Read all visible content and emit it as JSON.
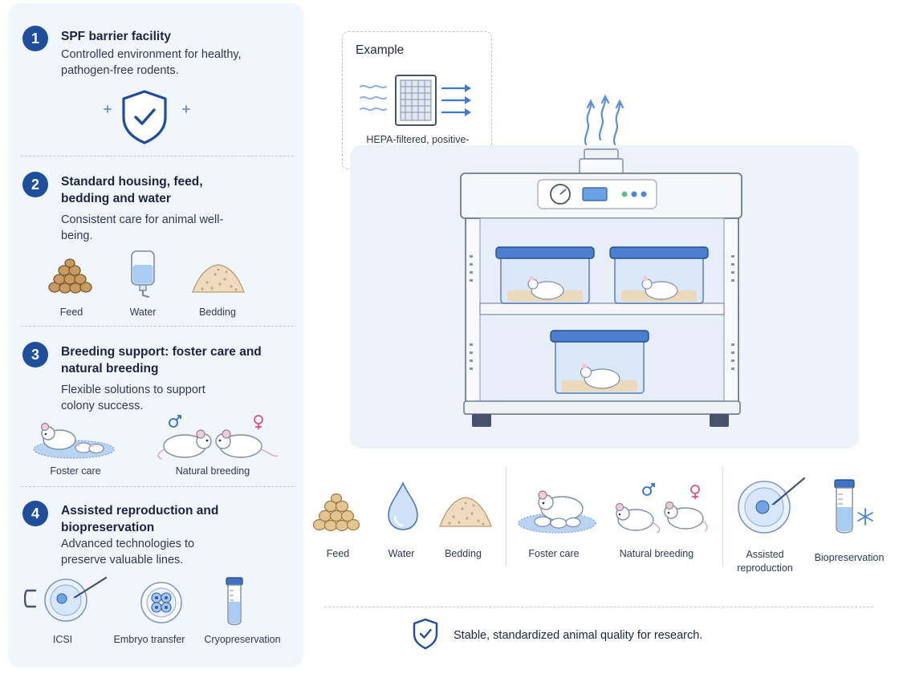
{
  "sections": [
    {
      "number": "1",
      "title": "SPF barrier facility",
      "description": "Controlled environment for healthy, pathogen-free rodents."
    },
    {
      "number": "2",
      "title": "Standard housing, feed, bedding and water",
      "description": "Consistent care for animal well-being.",
      "items": [
        "Feed",
        "Water",
        "Bedding"
      ]
    },
    {
      "number": "3",
      "title": "Breeding support: foster care and natural breeding",
      "description": "Flexible solutions to support colony success.",
      "items": [
        "Foster care",
        "Natural breeding"
      ]
    },
    {
      "number": "4",
      "title": "Assisted reproduction and biopreservation",
      "description": "Advanced technologies to preserve valuable lines.",
      "items": [
        "ICSI",
        "Embryo transfer",
        "Cryopreservation"
      ]
    }
  ],
  "example": {
    "title": "Example",
    "caption": "HEPA-filtered, positive-pressure airflow."
  },
  "bottom_row": [
    "Feed",
    "Water",
    "Bedding",
    "Foster care",
    "Natural breeding",
    "Assisted reproduction",
    "Biopreservation"
  ],
  "footer": {
    "text": "Stable, standardized animal quality for research."
  },
  "icons": {
    "sec1": "shield-check-icon",
    "sec2": [
      "feed-pellets-icon",
      "water-bottle-icon",
      "bedding-pile-icon"
    ],
    "sec3": [
      "foster-care-mice-icon",
      "breeding-mice-icon"
    ],
    "sec4": [
      "icsi-icon",
      "embryo-transfer-icon",
      "cryovial-icon"
    ],
    "example": "hepa-filter-icon",
    "footer": "shield-check-icon"
  },
  "colors": {
    "accent": "#1e4e9c",
    "panel": "#f1f5fc",
    "male": "#2f6fd6",
    "female": "#e0527e"
  }
}
